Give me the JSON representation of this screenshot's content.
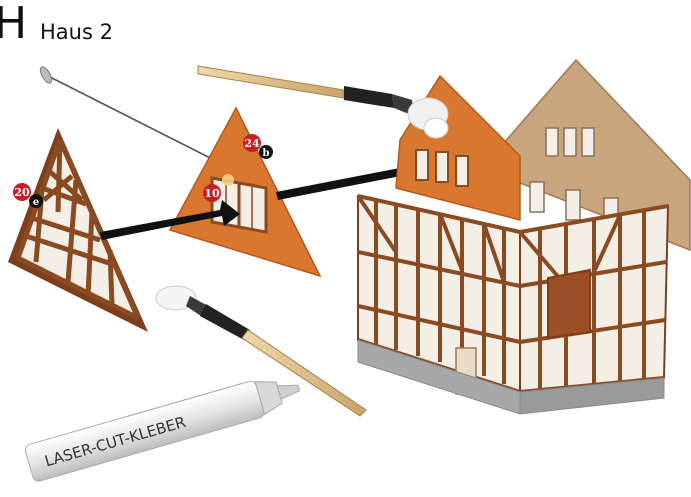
{
  "header": {
    "step_letter": "H",
    "title": "Haus 2"
  },
  "callouts": [
    {
      "number": "20",
      "letter": "e"
    },
    {
      "number": "24",
      "letter": "b"
    },
    {
      "number": "10",
      "letter": ""
    }
  ],
  "glue_tube": {
    "label": "LASER-CUT-KLEBER"
  },
  "colors": {
    "timber": "#8a4a22",
    "gable_orange": "#d9772e",
    "upper_gable_beige": "#c9a57e",
    "infill": "#f3eee6",
    "foundation": "#a7a7a7",
    "callout_red": "#c81d25",
    "callout_black": "#111111"
  }
}
